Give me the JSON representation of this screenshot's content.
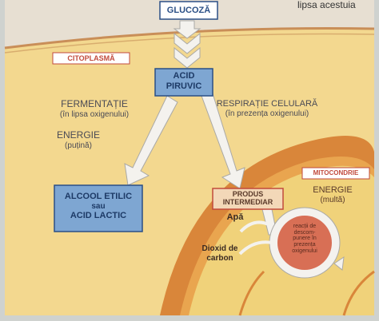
{
  "page_text_top_right": "lipsa acestuia",
  "colors": {
    "background": "#e7dfd2",
    "cytoplasm": "#f3d88f",
    "membrane": "#c98e58",
    "mitochondrion_outer": "#d9863a",
    "mitochondrion_inner": "#f0d27a",
    "box_blue": "#7ea6d2",
    "box_blue_dark": "#2a4f86",
    "label_red": "#c14a3c",
    "arrow_fill": "#f4f2ee",
    "arrow_stroke": "#aaa9a6",
    "cycle_fill": "#d86f55"
  },
  "diagram": {
    "glucose": "GLUCOZĂ",
    "cytoplasm_label": "CITOPLASMĂ",
    "pyruvic_acid_line1": "ACID",
    "pyruvic_acid_line2": "PIRUVIC",
    "fermentation_line1": "FERMENTAȚIE",
    "fermentation_line2": "(în lipsa oxigenului)",
    "energy_left_line1": "ENERGIE",
    "energy_left_line2": "(puțină)",
    "alcohol_line1": "ALCOOL ETILIC",
    "alcohol_line2": "sau",
    "alcohol_line3": "ACID LACTIC",
    "respiration_line1": "RESPIRAȚIE CELULARĂ",
    "respiration_line2": "(în prezența oxigenului)",
    "mitochondrion_label": "MITOCONDRIE",
    "intermediate_line1": "PRODUS",
    "intermediate_line2": "INTERMEDIAR",
    "energy_right_line1": "ENERGIE",
    "energy_right_line2": "(multă)",
    "water": "Apă",
    "co2_line1": "Dioxid de",
    "co2_line2": "carbon",
    "reactions_line1": "reacții de",
    "reactions_line2": "descom-",
    "reactions_line3": "punere în",
    "reactions_line4": "prezența",
    "reactions_line5": "oxigenului"
  }
}
